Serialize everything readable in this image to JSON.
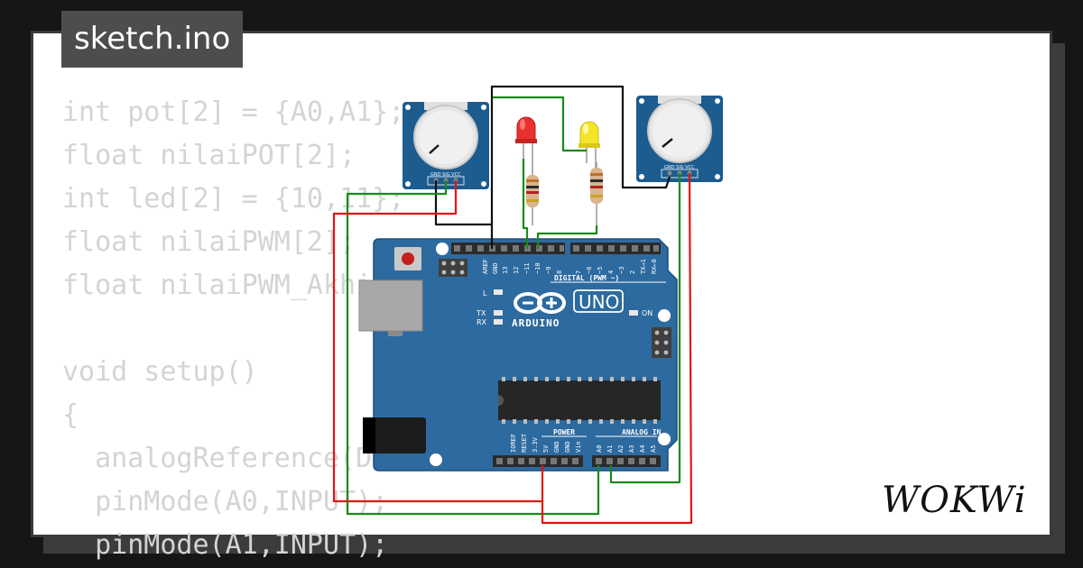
{
  "window": {
    "title": "sketch.ino"
  },
  "code": {
    "lines": [
      "int pot[2] = {A0,A1};",
      "float nilaiPOT[2];",
      "int led[2] = {10,11};",
      "float nilaiPWM[2];",
      "float nilaiPWM_Akhir[2];",
      "",
      "void setup()",
      "{",
      "  analogReference(DEFAULT);",
      "  pinMode(A0,INPUT);",
      "  pinMode(A1,INPUT);"
    ]
  },
  "board": {
    "brand": "ARDUINO",
    "model": "UNO",
    "digital_header_label": "DIGITAL (PWM ~)",
    "digital_pins": [
      "AREF",
      "GND",
      "13",
      "12",
      "~11",
      "~10",
      "~9",
      "8",
      "7",
      "~6",
      "~5",
      "4",
      "~3",
      "2",
      "TX→1",
      "RX←0"
    ],
    "power_header_label": "POWER",
    "power_pins": [
      "IOREF",
      "RESET",
      "3.3V",
      "5V",
      "GND",
      "GND",
      "Vin"
    ],
    "analog_header_label": "ANALOG IN",
    "analog_pins": [
      "A0",
      "A1",
      "A2",
      "A3",
      "A4",
      "A5"
    ],
    "led_labels": {
      "l": "L",
      "tx": "TX",
      "rx": "RX",
      "on": "ON"
    }
  },
  "potentiometers": [
    {
      "pin_labels": "GND SIG VCC"
    },
    {
      "pin_labels": "GND SIG VCC"
    }
  ],
  "leds": [
    {
      "color": "#e8312d"
    },
    {
      "color": "#f4e529"
    }
  ],
  "wire_colors": {
    "gnd": "#111111",
    "signal": "#1a8a1a",
    "power": "#e31414"
  },
  "colors": {
    "board": "#2d6a9f",
    "board_dark": "#1f4e79",
    "pot_module": "#1c5c8f",
    "code_text": "#d4d4d4",
    "badge_bg": "#4d4d4d"
  },
  "brand": {
    "logo": "WOKWi"
  }
}
